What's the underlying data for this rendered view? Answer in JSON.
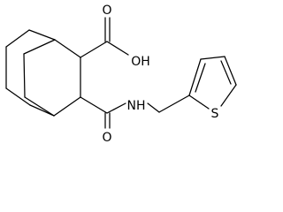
{
  "molecule": {
    "atom_labels": {
      "carboxyl_oh": "OH",
      "carboxyl_o": "O",
      "amide_o": "O",
      "amide_nh": "NH",
      "thiophene_s": "S"
    }
  }
}
